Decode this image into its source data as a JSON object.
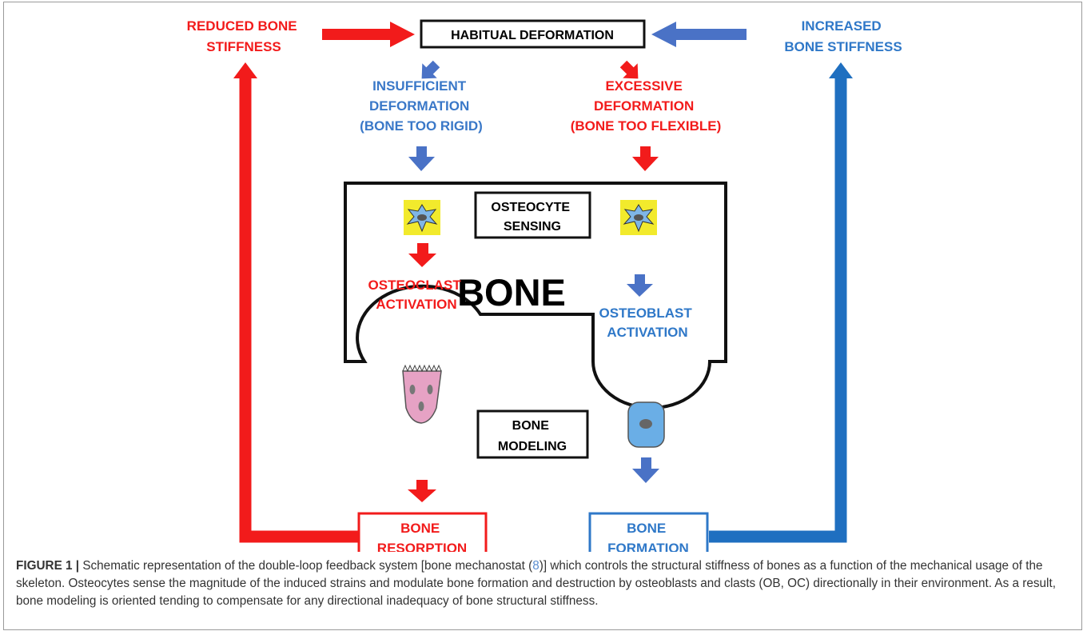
{
  "colors": {
    "red": "#f21b1b",
    "blue": "#4a72c6",
    "blue_loop": "#1f6fc0",
    "dark_red_text": "#ee1c25",
    "cell_bg": "#f2ea2c",
    "osteoclast": "#e6a2c4",
    "osteoblast": "#6aaee6"
  },
  "diagram": {
    "reduced": [
      "REDUCED BONE",
      "STIFFNESS"
    ],
    "increased": [
      "INCREASED",
      "BONE STIFFNESS"
    ],
    "habitual": "HABITUAL DEFORMATION",
    "insufficient": [
      "INSUFFICIENT",
      "DEFORMATION",
      "(BONE TOO RIGID)"
    ],
    "excessive": [
      "EXCESSIVE",
      "DEFORMATION",
      "(BONE TOO FLEXIBLE)"
    ],
    "sensing": [
      "OSTEOCYTE",
      "SENSING"
    ],
    "bone": "BONE",
    "osteoclast": [
      "OSTEOCLAST",
      "ACTIVATION"
    ],
    "osteoblast": [
      "OSTEOBLAST",
      "ACTIVATION"
    ],
    "modeling": [
      "BONE",
      "MODELING"
    ],
    "resorption": [
      "BONE",
      "RESORPTION"
    ],
    "formation": [
      "BONE",
      "FORMATION"
    ]
  },
  "caption": {
    "label": "FIGURE 1 |",
    "text_before_ref": " Schematic representation of the double-loop feedback system [bone mechanostat (",
    "ref": "8",
    "text_after_ref": ")] which controls the structural stiffness of bones as a function of the mechanical usage of the skeleton. Osteocytes sense the magnitude of the induced strains and modulate bone formation and destruction by osteoblasts and clasts (OB, OC) directionally in their environment. As a result, bone modeling is oriented tending to compensate for any directional inadequacy of bone structural stiffness."
  }
}
